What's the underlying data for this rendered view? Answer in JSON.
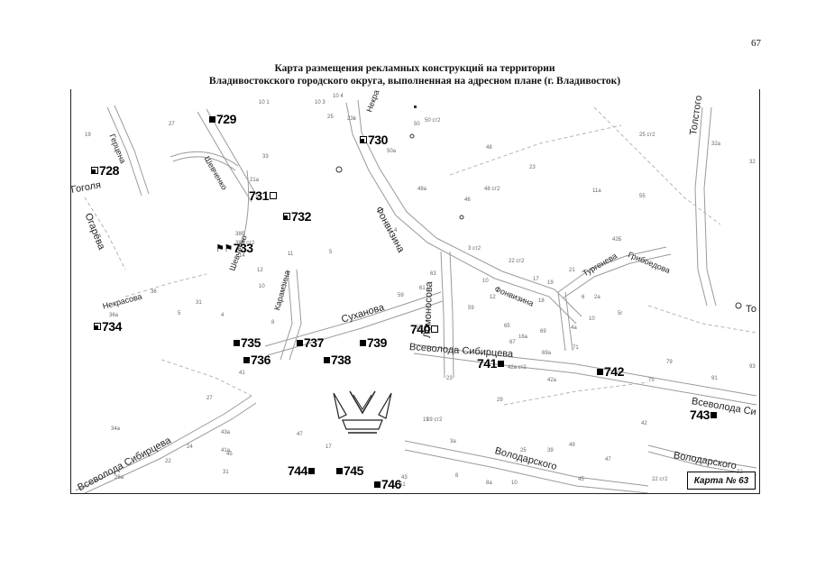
{
  "page_number": "67",
  "title": {
    "line1": "Карта размещения рекламных конструкций на территории",
    "line2": "Владивостокского городского округа, выполненная на адресном плане (г. Владивосток)"
  },
  "map_label": "Карта № 63",
  "streets": [
    {
      "id": "gertsena",
      "text": "Герцена"
    },
    {
      "id": "shevchenko",
      "text": "Шевченко"
    },
    {
      "id": "shevchenko2",
      "text": "Шевченко"
    },
    {
      "id": "gogolya",
      "text": "Гоголя"
    },
    {
      "id": "ogaryova",
      "text": "Огарёва"
    },
    {
      "id": "nekrasovskaya",
      "text": "Некра"
    },
    {
      "id": "fonvizina",
      "text": "Фонвизина"
    },
    {
      "id": "fonvizina2",
      "text": "Фонвизина"
    },
    {
      "id": "karamzina",
      "text": "Карамзина"
    },
    {
      "id": "suhanova",
      "text": "Суханова"
    },
    {
      "id": "lomonosova",
      "text": "Ломоносова"
    },
    {
      "id": "sibirtseva",
      "text": "Всеволода Сибирцева"
    },
    {
      "id": "sibirtseva2",
      "text": "Всеволода Сибирцева"
    },
    {
      "id": "sibirtseva3",
      "text": "Всеволода Си"
    },
    {
      "id": "volodarskogo",
      "text": "Володарского"
    },
    {
      "id": "volodarskogo2",
      "text": "Володарского"
    },
    {
      "id": "turgeneva",
      "text": "Тургенева"
    },
    {
      "id": "griboedova",
      "text": "Грибоедова"
    },
    {
      "id": "tolstogo",
      "text": "Толстого"
    },
    {
      "id": "tolstogo2",
      "text": "То"
    },
    {
      "id": "nekrasova2",
      "text": "Некрасова"
    }
  ],
  "ad_markers": [
    {
      "id": "729",
      "label": "729",
      "style": "solid"
    },
    {
      "id": "730",
      "label": "730",
      "style": "corner"
    },
    {
      "id": "728",
      "label": "728",
      "style": "corner"
    },
    {
      "id": "731",
      "label": "731",
      "style": "hollow"
    },
    {
      "id": "732",
      "label": "732",
      "style": "corner"
    },
    {
      "id": "733",
      "label": "733",
      "style": "flag"
    },
    {
      "id": "734",
      "label": "734",
      "style": "corner"
    },
    {
      "id": "735",
      "label": "735",
      "style": "solid"
    },
    {
      "id": "736",
      "label": "736",
      "style": "solid"
    },
    {
      "id": "737",
      "label": "737",
      "style": "solid"
    },
    {
      "id": "738",
      "label": "738",
      "style": "solid"
    },
    {
      "id": "739",
      "label": "739",
      "style": "solid"
    },
    {
      "id": "740",
      "label": "740",
      "style": "hollow"
    },
    {
      "id": "741",
      "label": "741",
      "style": "solid"
    },
    {
      "id": "742",
      "label": "742",
      "style": "solid"
    },
    {
      "id": "743",
      "label": "743",
      "style": "solid"
    },
    {
      "id": "744",
      "label": "744",
      "style": "solid"
    },
    {
      "id": "745",
      "label": "745",
      "style": "solid"
    },
    {
      "id": "746",
      "label": "746",
      "style": "solid"
    }
  ],
  "house_numbers": [
    "10 1",
    "10 3",
    "10 4",
    "25",
    "23в",
    "50",
    "50 ст2",
    "27",
    "19",
    "48",
    "23",
    "25 ст2",
    "32а",
    "32",
    "50а",
    "33",
    "21а",
    "48а",
    "48 ст2",
    "46",
    "11а",
    "55",
    "4",
    "42Б",
    "38б",
    "38Б ст2",
    "14",
    "12",
    "11",
    "5",
    "3 ст2",
    "22 ст2",
    "17",
    "19",
    "21",
    "36",
    "31",
    "10",
    "7",
    "6",
    "2а",
    "5г",
    "36а",
    "5",
    "4",
    "8",
    "59",
    "63",
    "61",
    "10",
    "12",
    "18",
    "4а",
    "10",
    "55",
    "59",
    "65",
    "69",
    "16а",
    "67",
    "69а",
    "71",
    "79",
    "93",
    "41",
    "23",
    "42а ст2",
    "42а",
    "75",
    "91",
    "29",
    "27",
    "19",
    "19 ст2",
    "42",
    "34а",
    "43а",
    "47",
    "17",
    "3а",
    "49",
    "47",
    "24",
    "41а",
    "45",
    "25",
    "39",
    "22",
    "26а",
    "31",
    "43",
    "32",
    "22 ст2",
    "8",
    "8а",
    "10",
    "45",
    "51"
  ]
}
